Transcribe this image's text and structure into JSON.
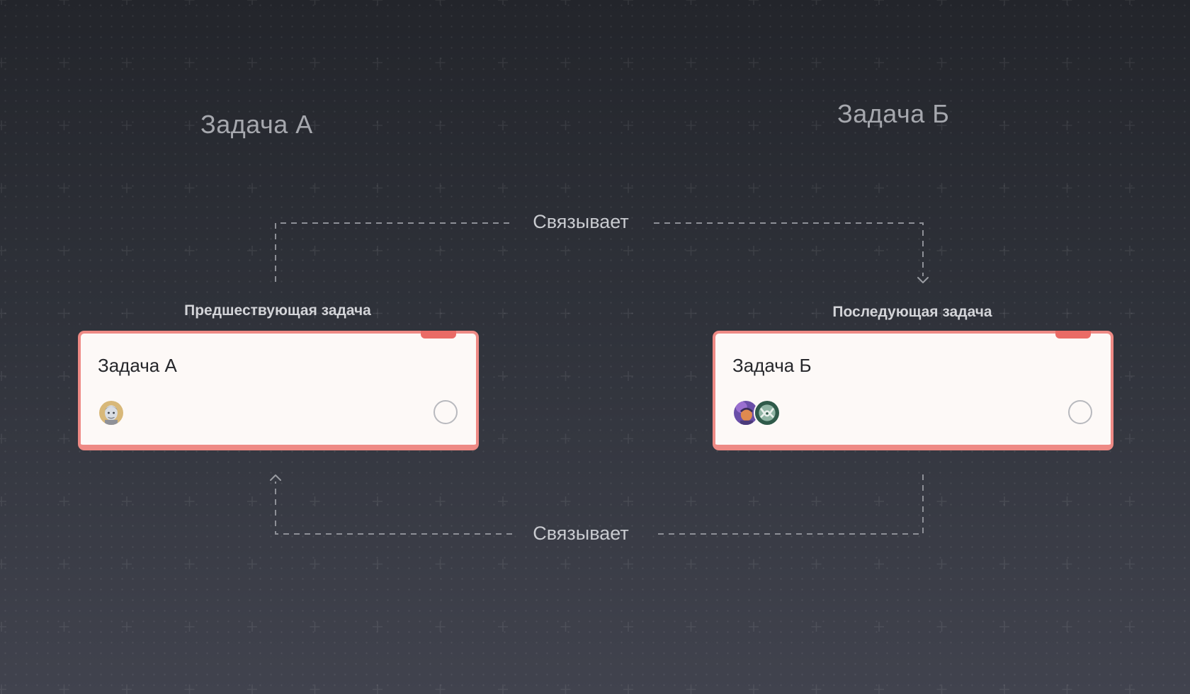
{
  "headings": {
    "task_a": "Задача А",
    "task_b": "Задача Б"
  },
  "links": {
    "top_label": "Связывает",
    "bottom_label": "Связывает"
  },
  "roles": {
    "predecessor": "Предшествующая задача",
    "successor": "Последующая задача"
  },
  "cards": {
    "a": {
      "title": "Задача А",
      "avatars": [
        "user-avatar-1"
      ],
      "status": "incomplete"
    },
    "b": {
      "title": "Задача Б",
      "avatars": [
        "user-avatar-2",
        "user-avatar-3"
      ],
      "status": "incomplete"
    }
  },
  "colors": {
    "card_border": "#ee8a85",
    "card_tab": "#ea6b66",
    "card_bg": "#fdf9f7",
    "connector": "#8e9097"
  }
}
